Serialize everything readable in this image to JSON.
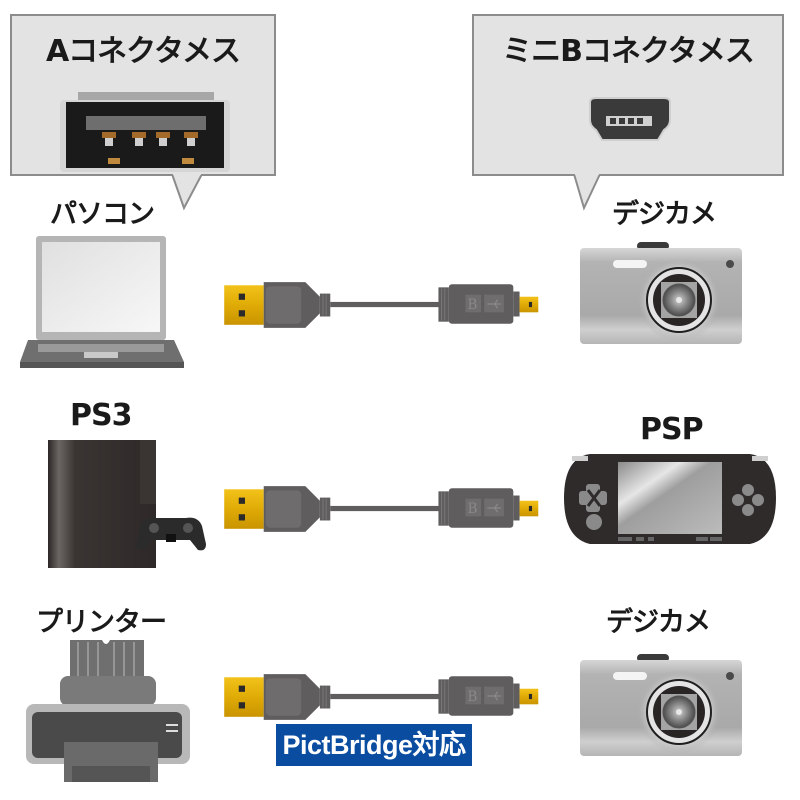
{
  "callouts": {
    "a_connector": {
      "title": "Aコネクタメス",
      "icon": "usb-a-female-port-icon"
    },
    "mini_b_connector": {
      "title": "ミニBコネクタメス",
      "icon": "usb-mini-b-female-port-icon"
    }
  },
  "rows": [
    {
      "left": {
        "label": "パソコン",
        "icon": "laptop-icon"
      },
      "cable": {
        "icon": "usb-a-to-mini-b-cable-icon"
      },
      "right": {
        "label": "デジカメ",
        "icon": "digital-camera-icon"
      }
    },
    {
      "left": {
        "label": "PS3",
        "icon": "ps3-console-icon"
      },
      "cable": {
        "icon": "usb-a-to-mini-b-cable-icon"
      },
      "right": {
        "label": "PSP",
        "icon": "psp-handheld-icon"
      }
    },
    {
      "left": {
        "label": "プリンター",
        "icon": "printer-icon"
      },
      "cable": {
        "icon": "usb-a-to-mini-b-cable-icon"
      },
      "right": {
        "label": "デジカメ",
        "icon": "digital-camera-icon"
      }
    }
  ],
  "badge": {
    "text": "PictBridge対応"
  },
  "colors": {
    "bubble_bg": "#e3e3e3",
    "bubble_border": "#8c8c8c",
    "connector_gold": "#e3b20c",
    "cable_gray": "#5f5d5e",
    "badge_blue": "#0a4da0"
  }
}
